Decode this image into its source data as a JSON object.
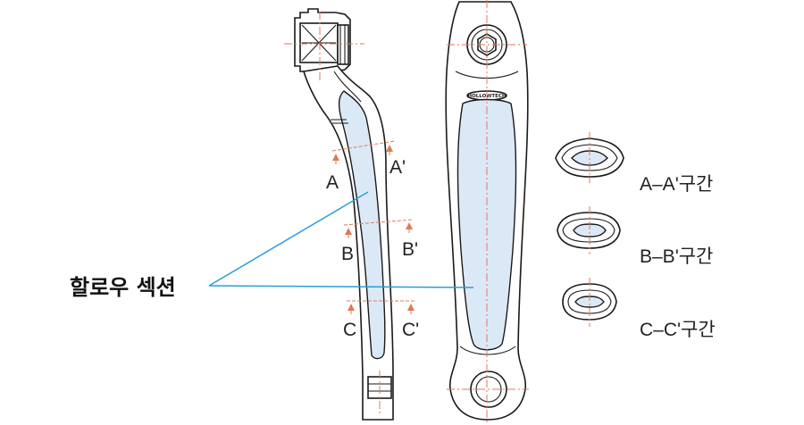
{
  "title": "할로우 섹션",
  "brand_text": "HOLLOWTECH",
  "side_view_labels": {
    "a_left": "A",
    "a_right": "A'",
    "b_left": "B",
    "b_right": "B'",
    "c_left": "C",
    "c_right": "C'"
  },
  "sections": [
    {
      "label": "A–A'구간"
    },
    {
      "label": "B–B'구간"
    },
    {
      "label": "C–C'구간"
    }
  ],
  "colors": {
    "hollow_fill": "#dbe9f7",
    "centerline": "#e07a55",
    "leader": "#2a9fd6",
    "outline": "#1a1a1a"
  }
}
